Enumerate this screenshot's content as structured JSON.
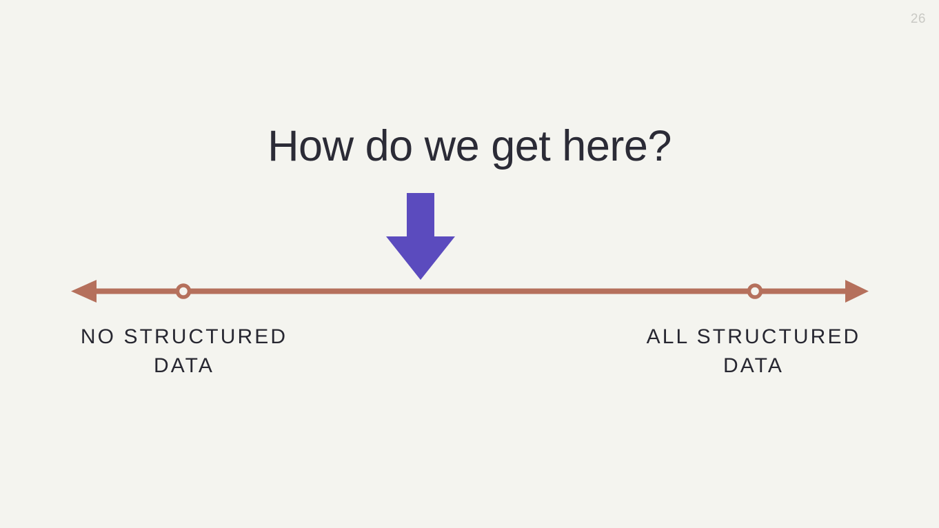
{
  "slide": {
    "page_number": "26",
    "title": "How do we get here?",
    "background_color": "#f4f4ef",
    "title_color": "#2b2b36"
  },
  "spectrum": {
    "line_color": "#b5705c",
    "marker_fill": "#f4f4ef",
    "left_end_label": "NO STRUCTURED\nDATA",
    "right_end_label": "ALL STRUCTURED\nDATA",
    "label_color": "#272731",
    "left_marker_name": "no-structured-data-marker",
    "right_marker_name": "all-structured-data-marker"
  },
  "pointer": {
    "icon": "arrow-down-icon",
    "color": "#5b4bbe",
    "points_to": "midpoint-of-spectrum"
  }
}
